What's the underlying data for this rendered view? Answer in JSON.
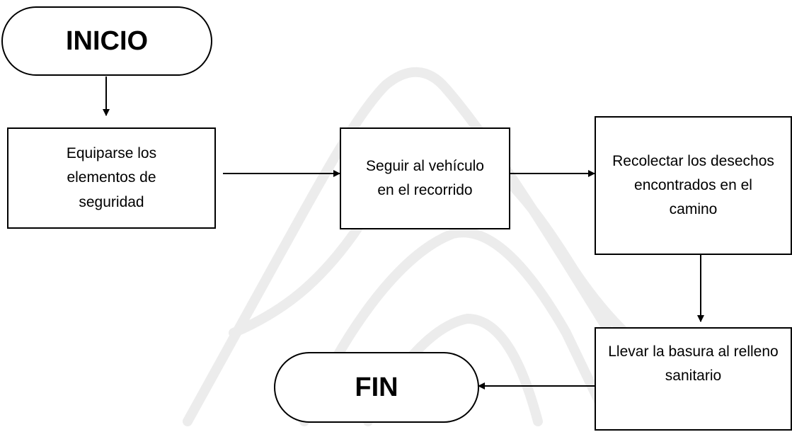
{
  "colors": {
    "stroke": "#000000",
    "fill": "#ffffff",
    "watermark": "#ececec"
  },
  "watermark": {
    "icon": "faded-mountain-logo-watermark"
  },
  "nodes": {
    "inicio": "INICIO",
    "equipar": "Equiparse los elementos de seguridad",
    "seguir": "Seguir al vehículo en el recorrido",
    "recolectar": "Recolectar los desechos encontrados en el camino",
    "llevar": "Llevar la basura al relleno sanitario",
    "fin": "FIN"
  },
  "edges": [
    {
      "from": "inicio",
      "to": "equipar"
    },
    {
      "from": "equipar",
      "to": "seguir"
    },
    {
      "from": "seguir",
      "to": "recolectar"
    },
    {
      "from": "recolectar",
      "to": "llevar"
    },
    {
      "from": "llevar",
      "to": "fin"
    }
  ]
}
